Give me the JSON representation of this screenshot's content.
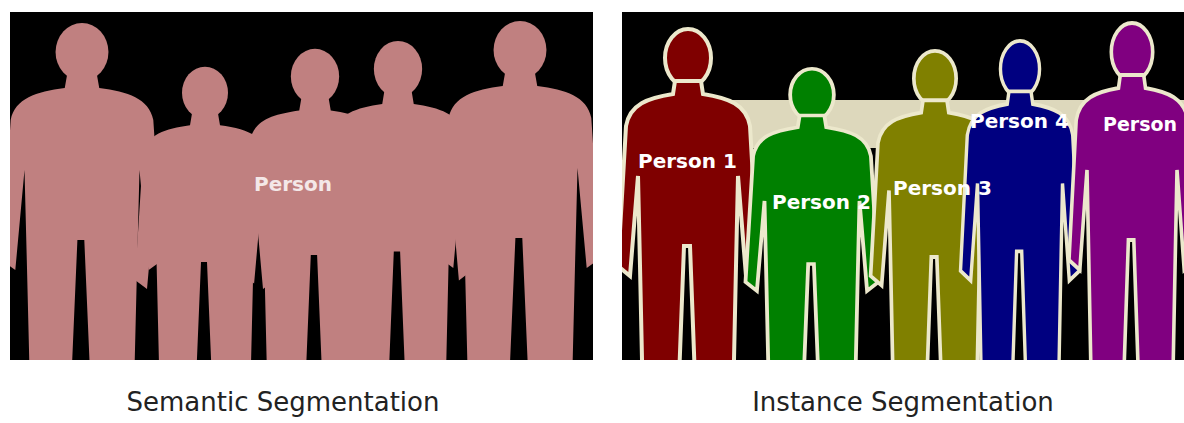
{
  "diagram": {
    "labels": [
      "Person",
      "Person 1",
      "Person 2",
      "Person 3",
      "Person 4",
      "Person",
      "Semantic Segmentation",
      "Instance Segmentation"
    ]
  }
}
